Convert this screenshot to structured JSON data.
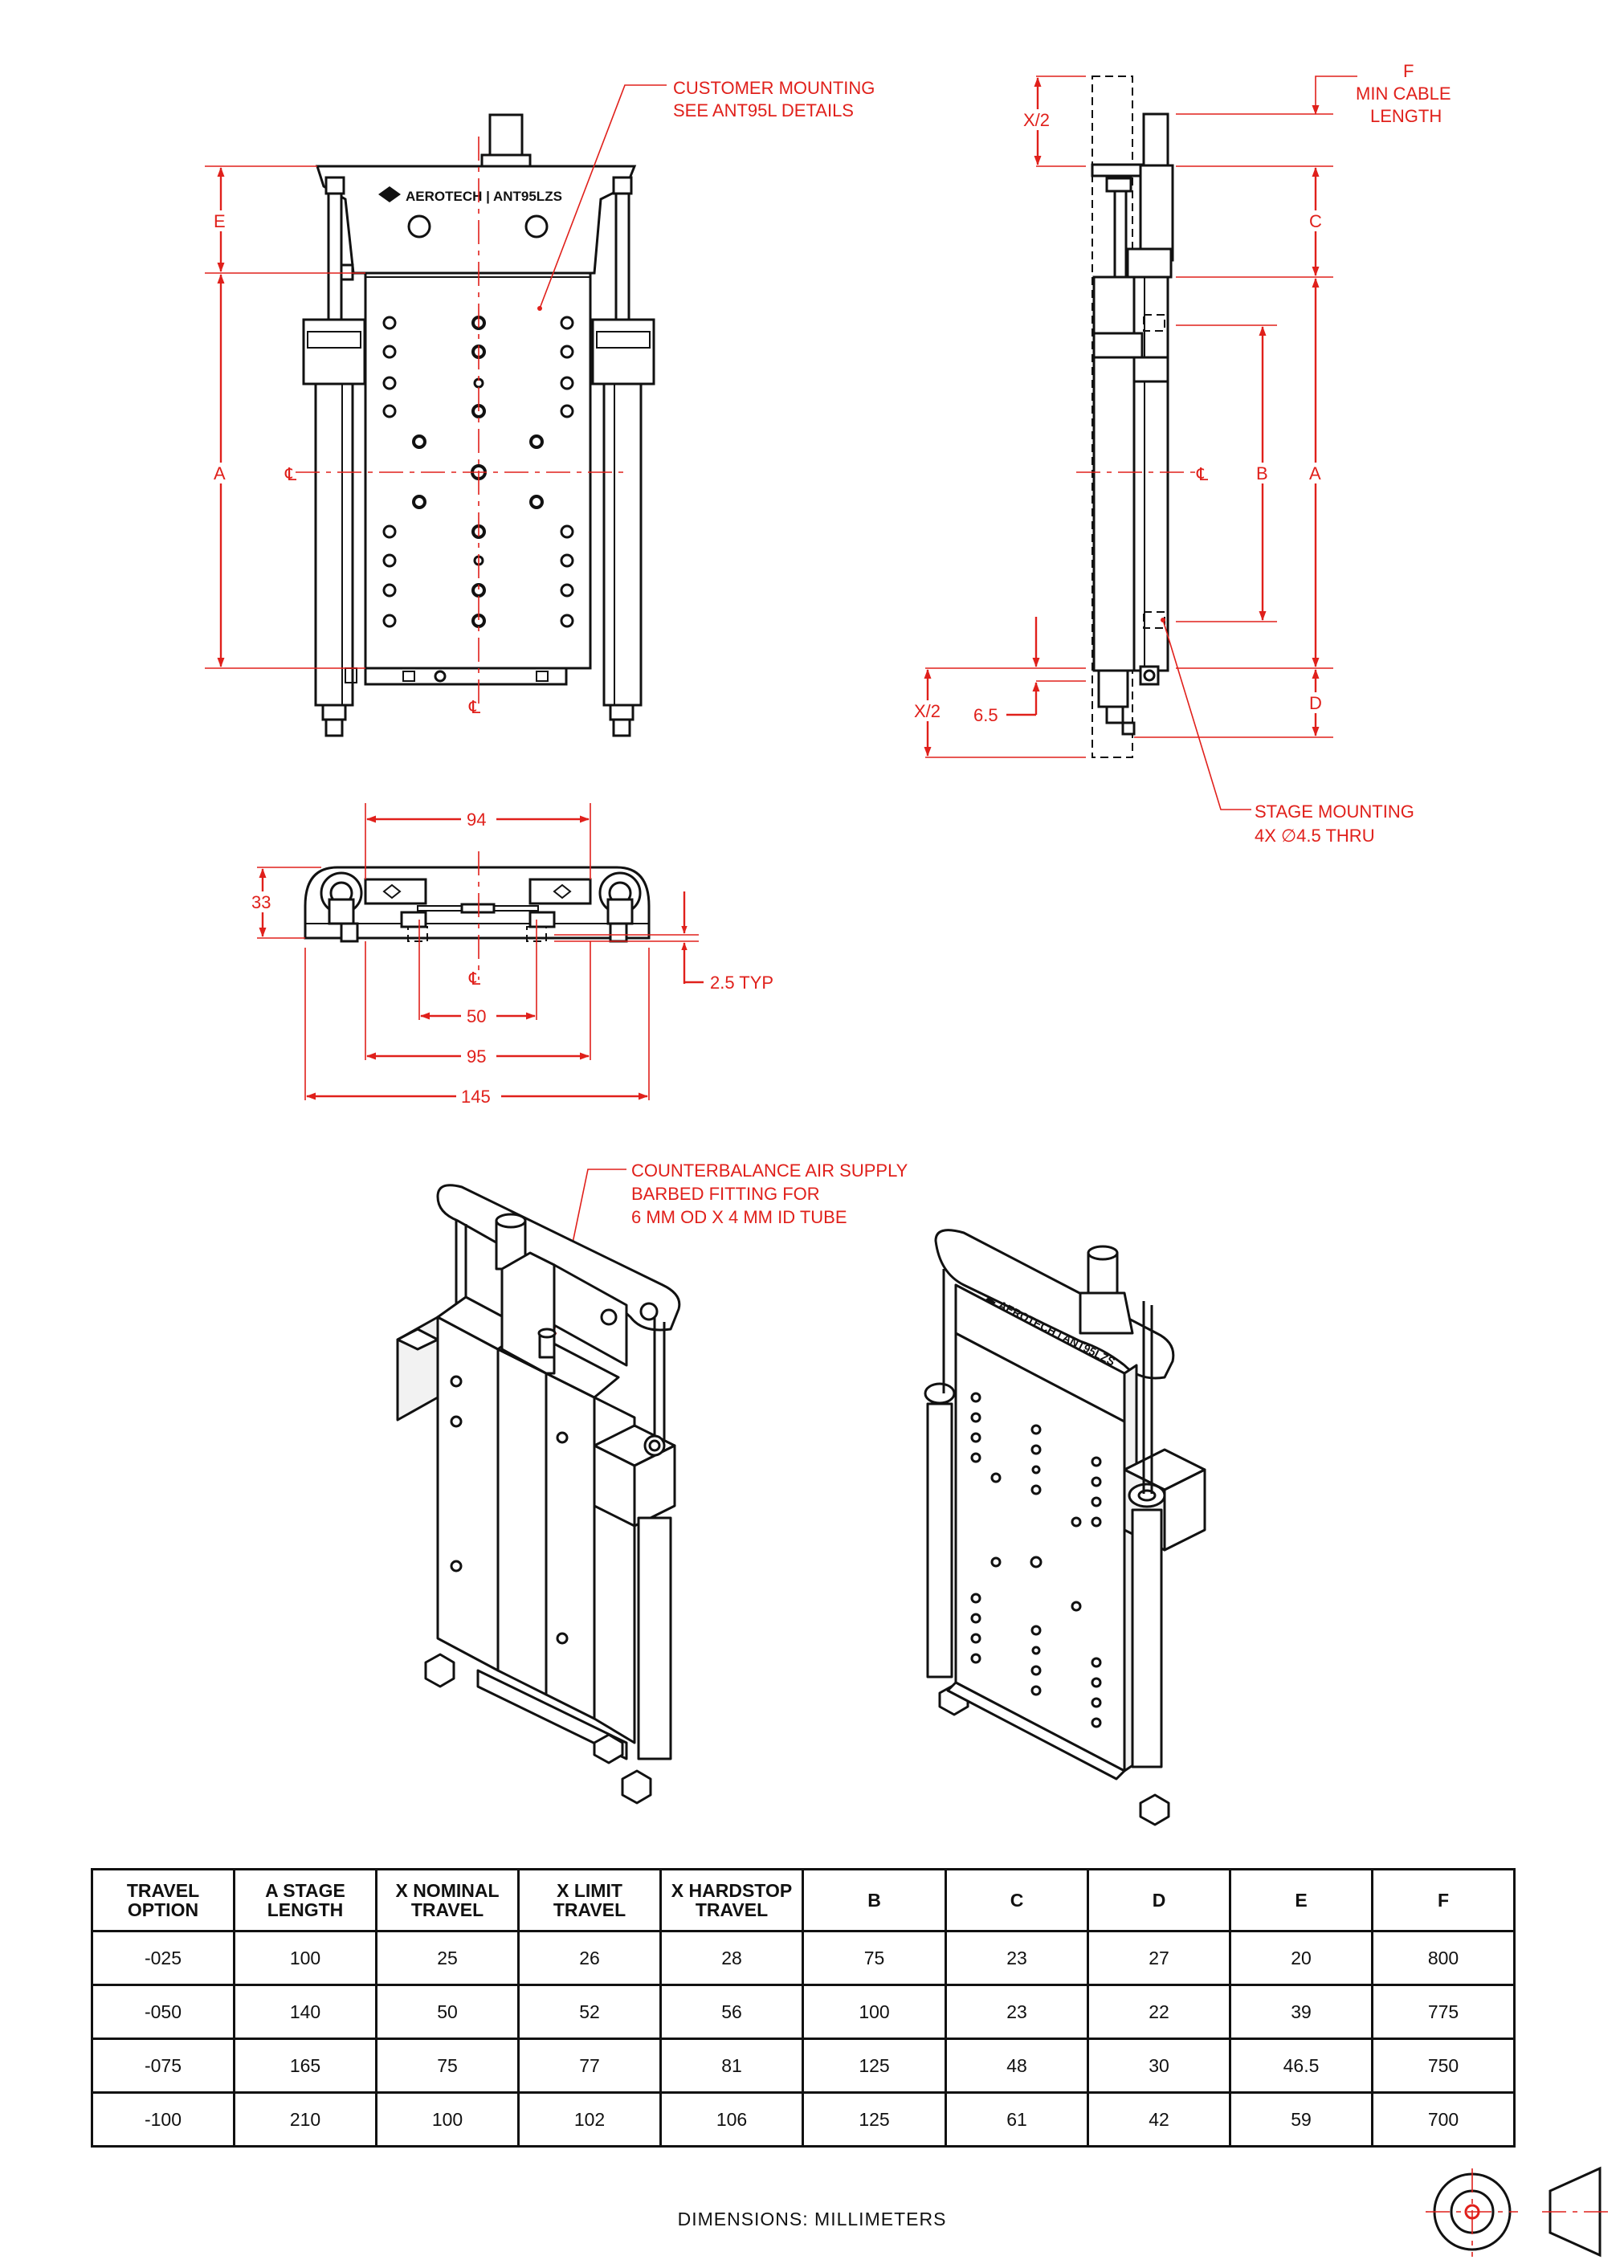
{
  "colors": {
    "dimension": "#e0201b",
    "linework": "#111111",
    "background": "#ffffff"
  },
  "front_view": {
    "brand_label": "AEROTECH | ANT95LZS",
    "dim_labels": {
      "E": "E",
      "A": "A"
    },
    "centerline_symbol": "℄"
  },
  "side_view": {
    "dim_labels": {
      "x_half_top": "X/2",
      "C": "C",
      "B": "B",
      "A": "A",
      "x_half_bottom": "X/2",
      "D": "D",
      "offset": "6.5",
      "F": "F"
    },
    "centerline_symbol": "℄"
  },
  "top_view": {
    "dim_labels": {
      "width_94": "94",
      "height_33": "33",
      "slot_50": "50",
      "width_95": "95",
      "width_145": "145",
      "plate": "2.5 TYP"
    },
    "centerline_symbol": "℄"
  },
  "callouts": {
    "customer_mounting": {
      "line1": "CUSTOMER MOUNTING",
      "line2": "SEE ANT95L DETAILS"
    },
    "min_cable": {
      "line1": "F",
      "line2": "MIN CABLE",
      "line3": "LENGTH"
    },
    "stage_mounting": {
      "line1": "STAGE MOUNTING",
      "line2": "4X ∅4.5 THRU"
    },
    "counterbalance": {
      "line1": "COUNTERBALANCE AIR SUPPLY",
      "line2": "BARBED FITTING FOR",
      "line3": "6 MM OD X 4 MM ID TUBE"
    }
  },
  "iso_view_right": {
    "brand_label": "AEROTECH | ANT95LZS"
  },
  "table": {
    "headers": [
      {
        "line1": "TRAVEL",
        "line2": "OPTION"
      },
      {
        "line1": "A STAGE",
        "line2": "LENGTH"
      },
      {
        "line1": "X NOMINAL",
        "line2": "TRAVEL"
      },
      {
        "line1": "X LIMIT",
        "line2": "TRAVEL"
      },
      {
        "line1": "X HARDSTOP",
        "line2": "TRAVEL"
      },
      {
        "line1": "B",
        "line2": ""
      },
      {
        "line1": "C",
        "line2": ""
      },
      {
        "line1": "D",
        "line2": ""
      },
      {
        "line1": "E",
        "line2": ""
      },
      {
        "line1": "F",
        "line2": ""
      }
    ],
    "rows": [
      [
        "-025",
        "100",
        "25",
        "26",
        "28",
        "75",
        "23",
        "27",
        "20",
        "800"
      ],
      [
        "-050",
        "140",
        "50",
        "52",
        "56",
        "100",
        "23",
        "22",
        "39",
        "775"
      ],
      [
        "-075",
        "165",
        "75",
        "77",
        "81",
        "125",
        "48",
        "30",
        "46.5",
        "750"
      ],
      [
        "-100",
        "210",
        "100",
        "102",
        "106",
        "125",
        "61",
        "42",
        "59",
        "700"
      ]
    ]
  },
  "footer": {
    "note": "DIMENSIONS:  MILLIMETERS"
  },
  "projection_symbol": {
    "name": "third-angle-projection-icon"
  }
}
